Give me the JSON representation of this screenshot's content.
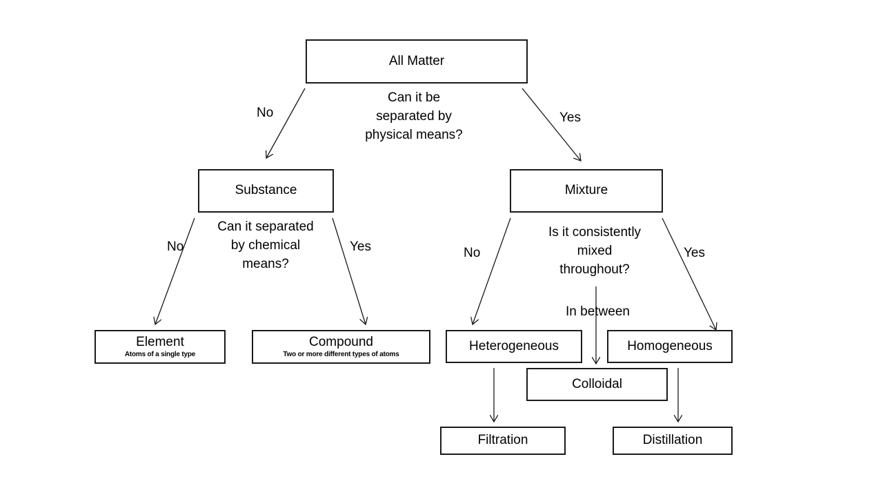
{
  "nodes": {
    "all_matter": "All Matter",
    "substance": "Substance",
    "mixture": "Mixture",
    "element": {
      "label": "Element",
      "note": "Atoms of a single type"
    },
    "compound": {
      "label": "Compound",
      "note": "Two or more different types of atoms"
    },
    "heterogeneous": "Heterogeneous",
    "homogeneous": "Homogeneous",
    "colloidal": "Colloidal",
    "filtration": "Filtration",
    "distillation": "Distillation"
  },
  "questions": {
    "physical": "Can it be\nseparated by\nphysical means?",
    "chemical": "Can it separated\nby chemical\nmeans?",
    "mixed": "Is it consistently\nmixed\nthroughout?"
  },
  "edge_labels": {
    "matter_no": "No",
    "matter_yes": "Yes",
    "substance_no": "No",
    "substance_yes": "Yes",
    "mixture_no": "No",
    "mixture_yes": "Yes",
    "in_between": "In between"
  }
}
